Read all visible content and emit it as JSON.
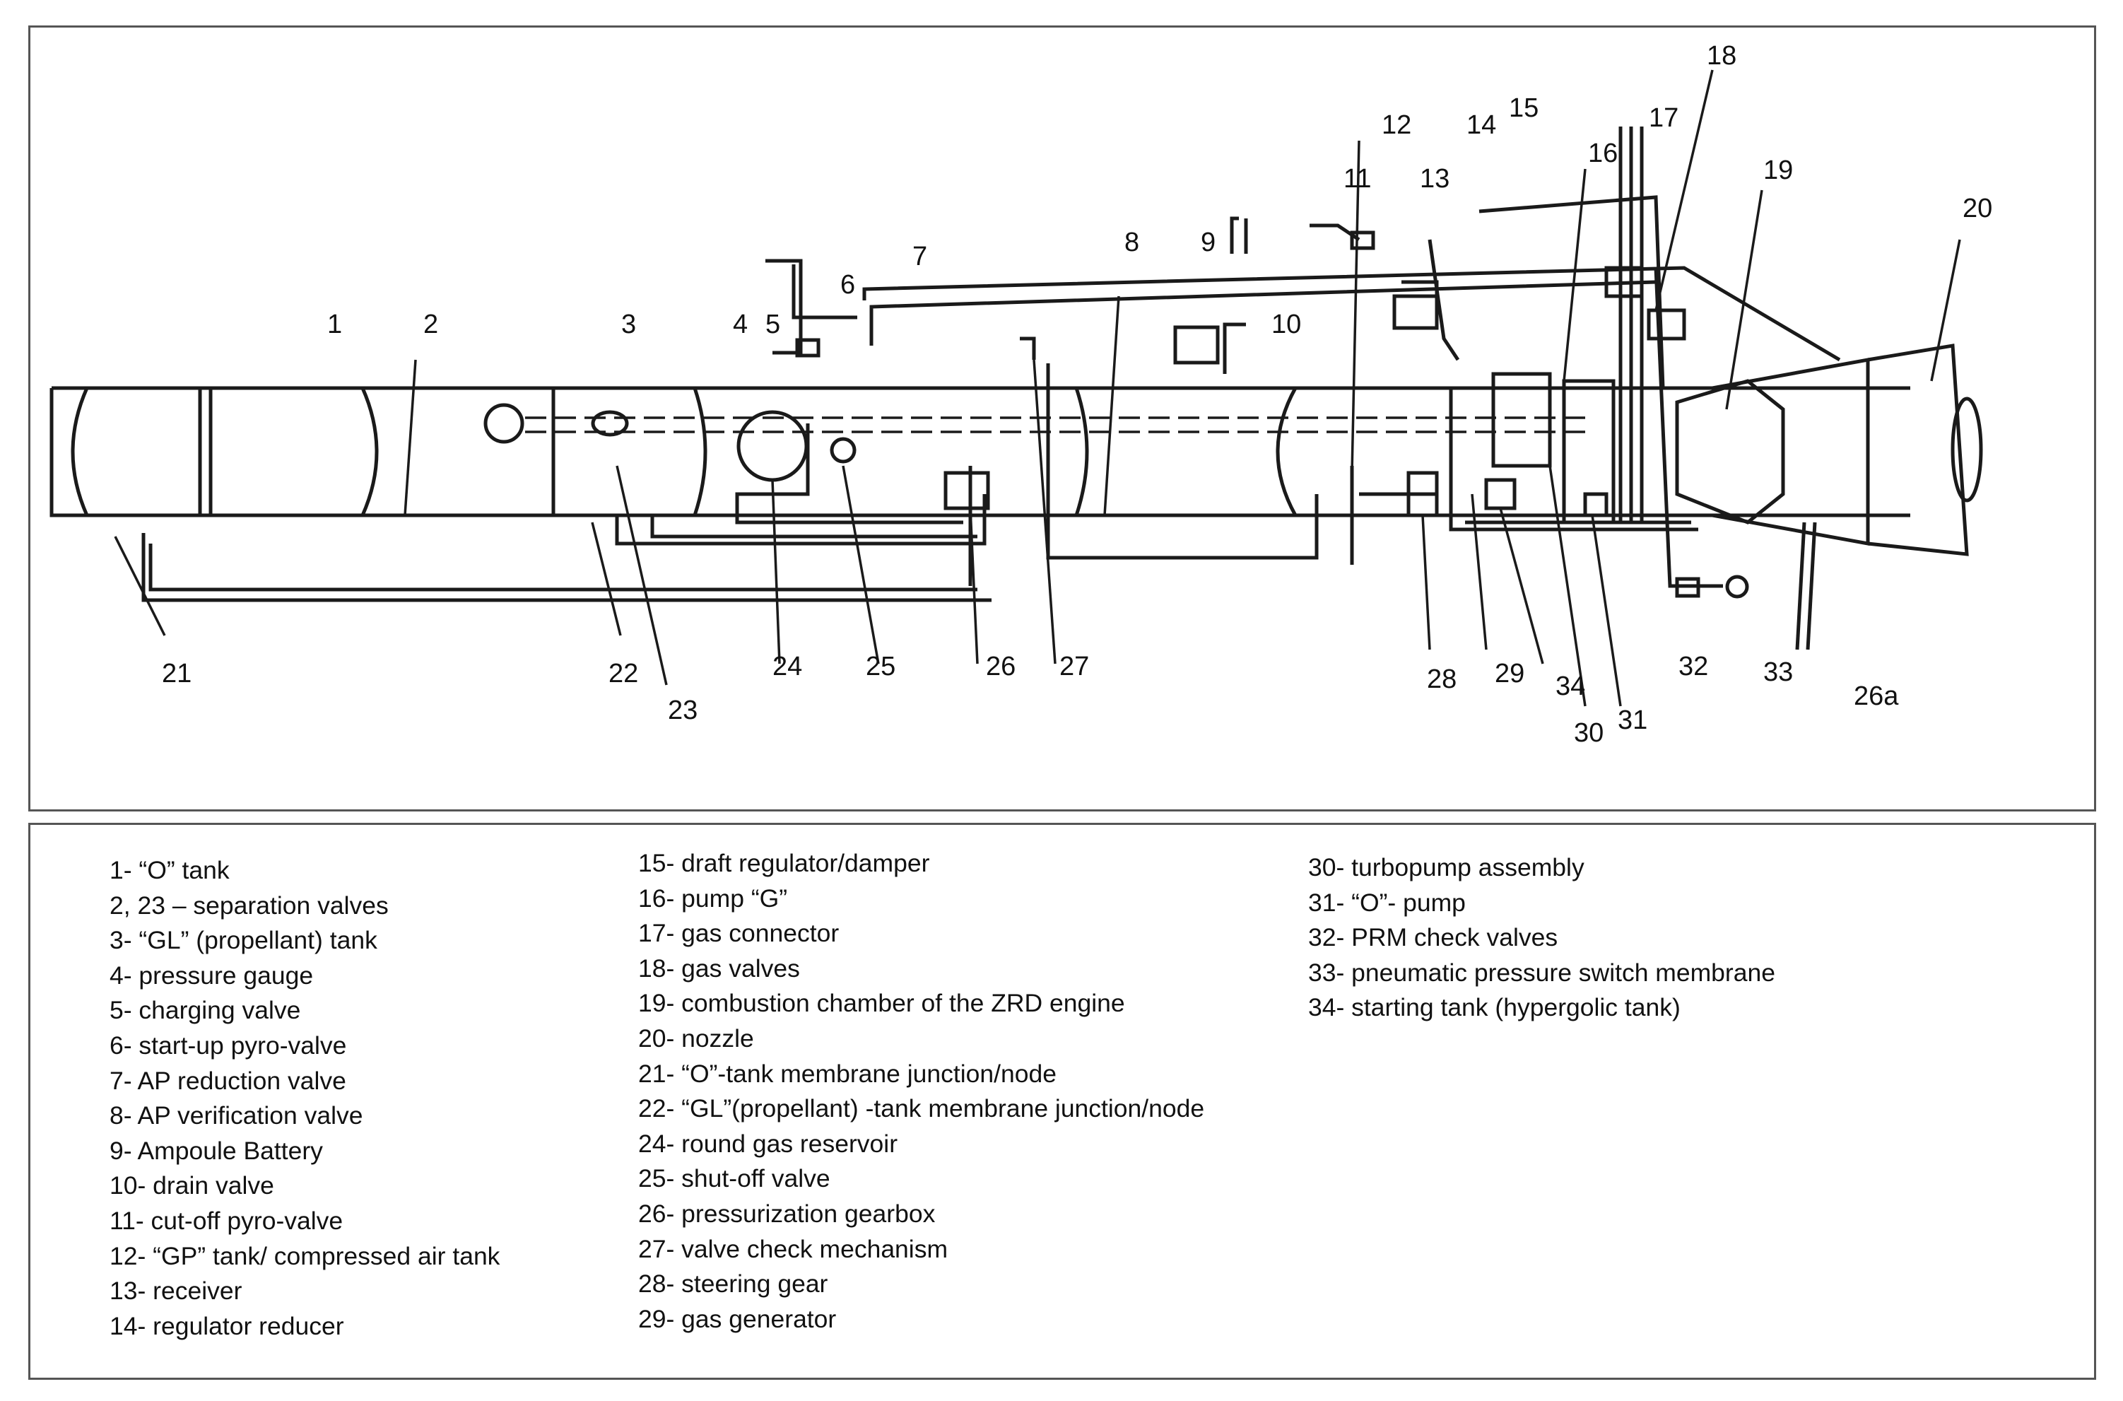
{
  "diagram": {
    "labels": {
      "n1": "1",
      "n2": "2",
      "n3": "3",
      "n4": "4",
      "n5": "5",
      "n6": "6",
      "n7": "7",
      "n8": "8",
      "n9": "9",
      "n10": "10",
      "n11": "11",
      "n12": "12",
      "n13": "13",
      "n14": "14",
      "n15": "15",
      "n16": "16",
      "n17": "17",
      "n18": "18",
      "n19": "19",
      "n20": "20",
      "n21": "21",
      "n22": "22",
      "n23": "23",
      "n24": "24",
      "n25": "25",
      "n26": "26",
      "n26a": "26a",
      "n27": "27",
      "n28": "28",
      "n29": "29",
      "n30": "30",
      "n31": "31",
      "n32": "32",
      "n33": "33",
      "n34": "34"
    }
  },
  "legend": {
    "col1": [
      "1- “O” tank",
      "2, 23 – separation valves",
      "3- “GL”  (propellant) tank",
      "4-  pressure gauge",
      "5- charging valve",
      "6- start-up pyro-valve",
      "7- AP reduction valve",
      "8- AP verification valve",
      "9- Ampoule Battery",
      "10- drain valve",
      "11- cut-off pyro-valve",
      "12- “GP” tank/ compressed air tank",
      "13- receiver",
      "14- regulator reducer"
    ],
    "col2": [
      "15- draft regulator/damper",
      "16- pump “G”",
      "17- gas connector",
      "18- gas valves",
      "19- combustion chamber of the ZRD engine",
      "20- nozzle",
      "21- “O”-tank membrane junction/node",
      "22- “GL”(propellant) -tank membrane junction/node",
      "24- round gas reservoir",
      "25- shut-off valve",
      "26- pressurization gearbox",
      "27- valve check mechanism",
      "28- steering gear",
      "29- gas generator"
    ],
    "col3": [
      "30- turbopump assembly",
      "31- “O”- pump",
      "32-  PRM check valves",
      "33- pneumatic pressure switch membrane",
      "34- starting tank (hypergolic tank)"
    ]
  }
}
